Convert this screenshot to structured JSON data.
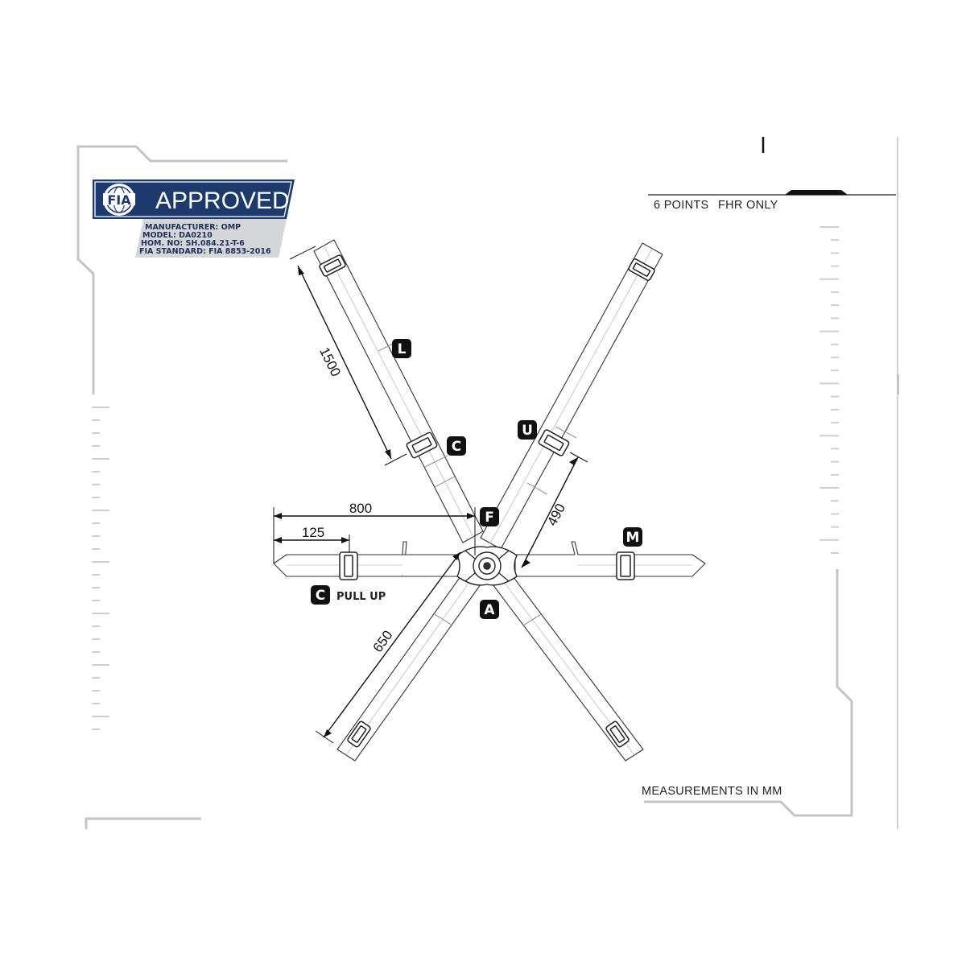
{
  "badge": {
    "logo_text": "FIA",
    "title": "APPROVED",
    "manufacturer": "MANUFACTURER: OMP",
    "model": "MODEL: DA0210",
    "hom_no": "HOM. NO: SH.084.21-T-6",
    "standard": "FIA STANDARD: FIA 8853-2016"
  },
  "header": {
    "points": "6 POINTS",
    "fhr": "FHR ONLY"
  },
  "footer": {
    "units": "MEASUREMENTS IN MM"
  },
  "dimensions": {
    "shoulder_length": "1500",
    "lap_length": "800",
    "adjuster_offset": "125",
    "crotch_length": "490",
    "lower_length": "650"
  },
  "labels": {
    "L": "L",
    "C_upper": "C",
    "U": "U",
    "F": "F",
    "M": "M",
    "A": "A",
    "C_lap": "C",
    "pull_up": "PULL UP"
  },
  "colors": {
    "frame": "#c4c4c4",
    "badge_blue": "#1d3a6e",
    "badge_grey": "#d5d6d8",
    "ink": "#222222",
    "label_bg": "#111111"
  }
}
